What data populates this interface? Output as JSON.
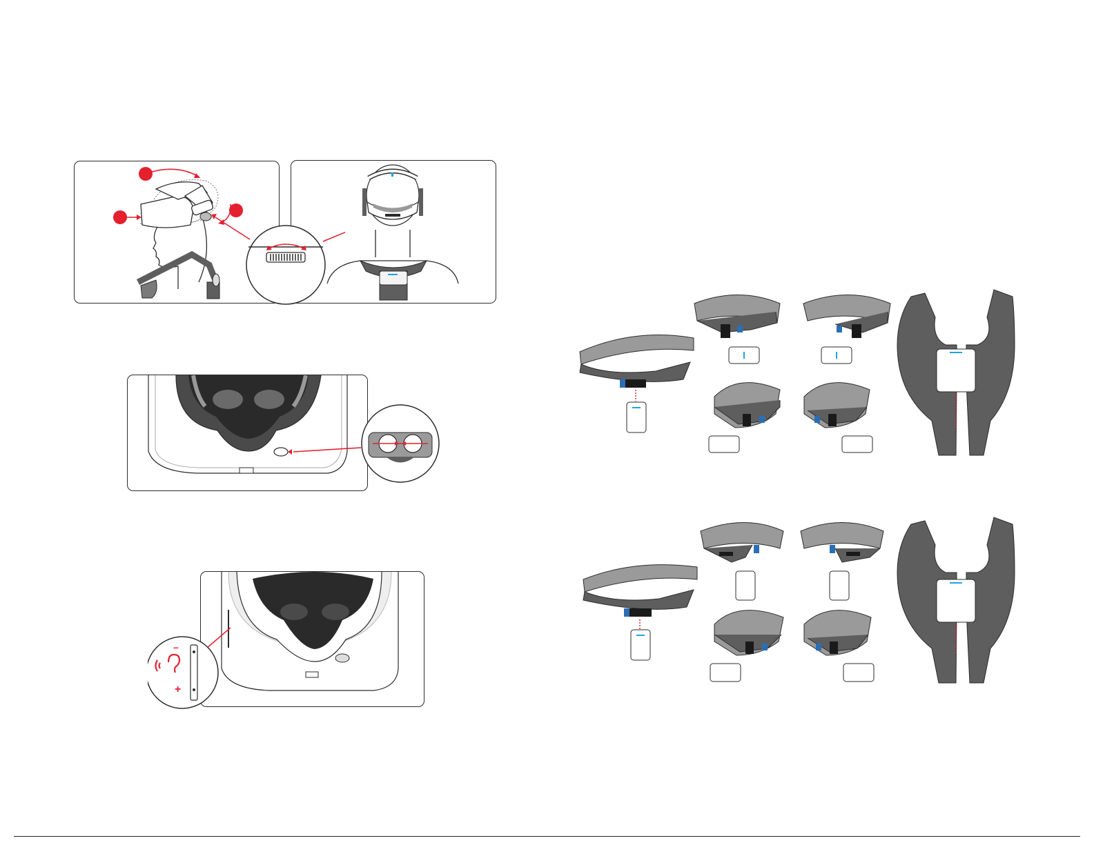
{
  "colors": {
    "accent_red": "#e4202e",
    "accent_blue": "#1aa3e8",
    "strap_dark": "#5e5e5e",
    "strap_light": "#9a9a9a",
    "outline": "#2b2b2b",
    "clip_blue": "#2a6fb5"
  },
  "figures": {
    "fit_side": {
      "icons": [
        "head-profile",
        "headset",
        "top-strap",
        "adjust-arrow"
      ]
    },
    "fit_back": {
      "icons": [
        "head-back",
        "strap-dial",
        "power-pack"
      ]
    },
    "ipd": {
      "icons": [
        "headset-interior",
        "ipd-slider"
      ]
    },
    "volume": {
      "icons": [
        "ear-icon",
        "volume-buttons"
      ],
      "minus": "–",
      "plus": "+"
    },
    "strap_row_1": {
      "icons": [
        "strap",
        "battery-clip"
      ]
    },
    "strap_row_2": {
      "icons": [
        "strap",
        "battery-clip"
      ]
    }
  }
}
